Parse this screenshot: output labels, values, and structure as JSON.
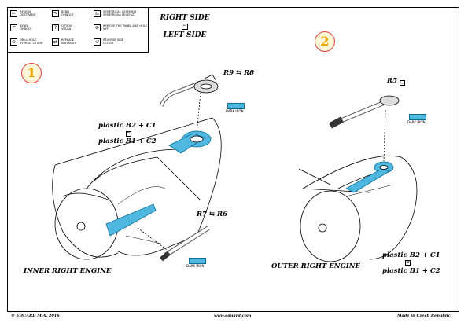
{
  "legend": {
    "items": [
      {
        "icon": "remove-icon",
        "glyph": "✂",
        "line1": "Remove",
        "line2": "Odstranit"
      },
      {
        "icon": "bend-icon",
        "glyph": "↷",
        "line1": "Bend",
        "line2": "Ohnout"
      },
      {
        "icon": "symmetrical-icon",
        "glyph": "⇆",
        "line1": "Symetrical assembly",
        "line2": "Symetrická montáž"
      },
      {
        "icon": "bend-cutout-icon",
        "glyph": "↶",
        "line1": "Bend",
        "line2": "Ohnout"
      },
      {
        "icon": "option-icon",
        "glyph": "?",
        "line1": "Option",
        "line2": "Volba"
      },
      {
        "icon": "remove-paint-icon",
        "glyph": "⊘",
        "line1": "Remove the panel and hole",
        "line2": "Vyt"
      },
      {
        "icon": "drill-hole-icon",
        "glyph": "⊙",
        "line1": "Drill hole",
        "line2": "Vyvrtat otvor"
      },
      {
        "icon": "replace-icon",
        "glyph": "⇄",
        "line1": "Replace",
        "line2": "Nahradit"
      },
      {
        "icon": "reverse-side-icon",
        "glyph": "↺",
        "line1": "Reverse side",
        "line2": "Otočit"
      }
    ]
  },
  "header": {
    "right_side": "RIGHT SIDE",
    "left_side": "LEFT SIDE",
    "side_icon": "⇆"
  },
  "steps": {
    "step1": "1",
    "step2": "2"
  },
  "labels": {
    "r9_r8": "R9 ⇆ R8",
    "plastic_b2_c1_left": "plastic B2 + C1",
    "plastic_b1_c2_left": "plastic B1 + C2",
    "r7_r6": "R7 ⇆ R6",
    "inner_right_engine": "INNER RIGHT ENGINE",
    "r5": "R5",
    "outer_right_engine": "OUTER RIGHT ENGINE",
    "plastic_b2_c1_right": "plastic B2 + C1",
    "plastic_b1_c2_right": "plastic B1 + C2",
    "dark_iron": "DARK IRON",
    "swap_glyph": "⇆",
    "square_glyph": "▢"
  },
  "colors": {
    "photo_etch_blue": "#4fb8e0",
    "step_circle": "#e04040",
    "step_number": "#f0a800"
  },
  "footer": {
    "copyright": "© EDUARD M.A. 2016",
    "website": "www.eduard.com",
    "made_in": "Made in Czech Republic"
  }
}
